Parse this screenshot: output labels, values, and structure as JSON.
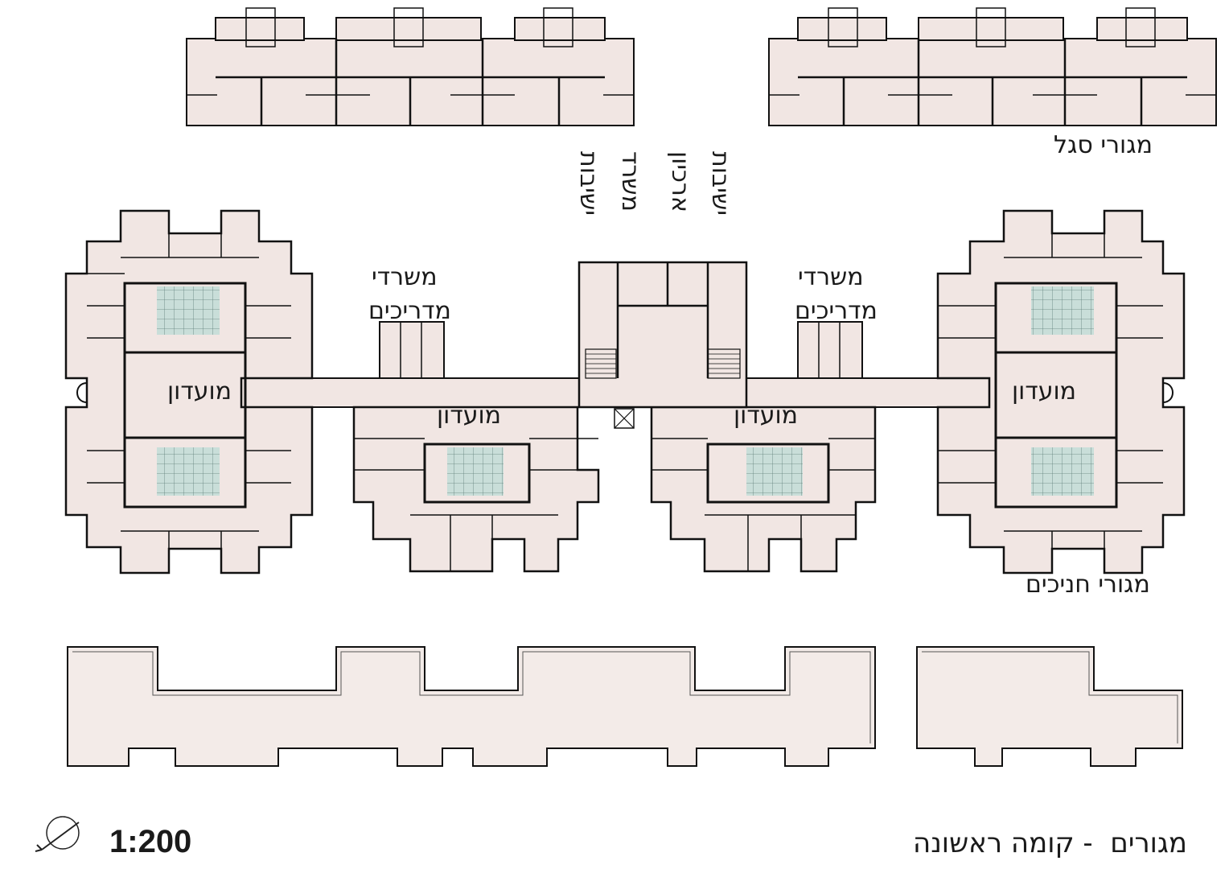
{
  "labels": {
    "staff_housing": "מגורי סגל",
    "trainee_housing": "מגורי חניכים",
    "club": "מועדון",
    "instructor_offices_line1": "משרדי",
    "instructor_offices_line2": "מדריכים",
    "meetings": "ישיבות",
    "office": "משרד",
    "archive": "ארכיון"
  },
  "footer": {
    "scale": "1:200",
    "title": "מגורים  - קומה ראשונה"
  },
  "icons": {
    "north_arrow": "north-arrow-icon"
  },
  "colors": {
    "room_fill": "#f1e6e3",
    "wall": "#111111",
    "court_fill": "#c9ded9",
    "roof_fill": "#f3ebe8"
  }
}
